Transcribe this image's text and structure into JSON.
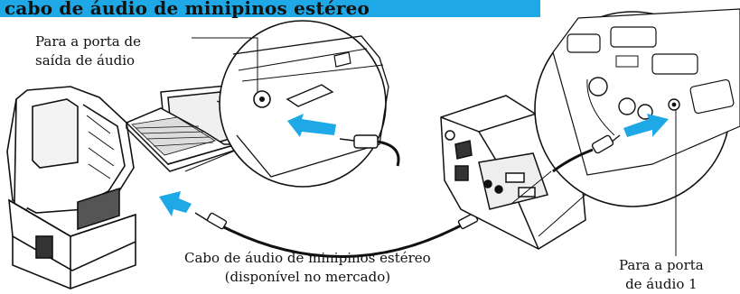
{
  "header": {
    "title": "cabo de áudio de minipinos estéreo"
  },
  "labels": {
    "audio_out_line1": "Para a porta de",
    "audio_out_line2": "saída de áudio",
    "cable_line1": "Cabo de áudio de minipinos estéreo",
    "cable_line2": "(disponível no mercado)",
    "audio_in_line1": "Para a porta",
    "audio_in_line2": "de áudio 1"
  },
  "colors": {
    "accent": "#1fa8e6",
    "arrow": "#1fa8e6",
    "line": "#111111"
  }
}
